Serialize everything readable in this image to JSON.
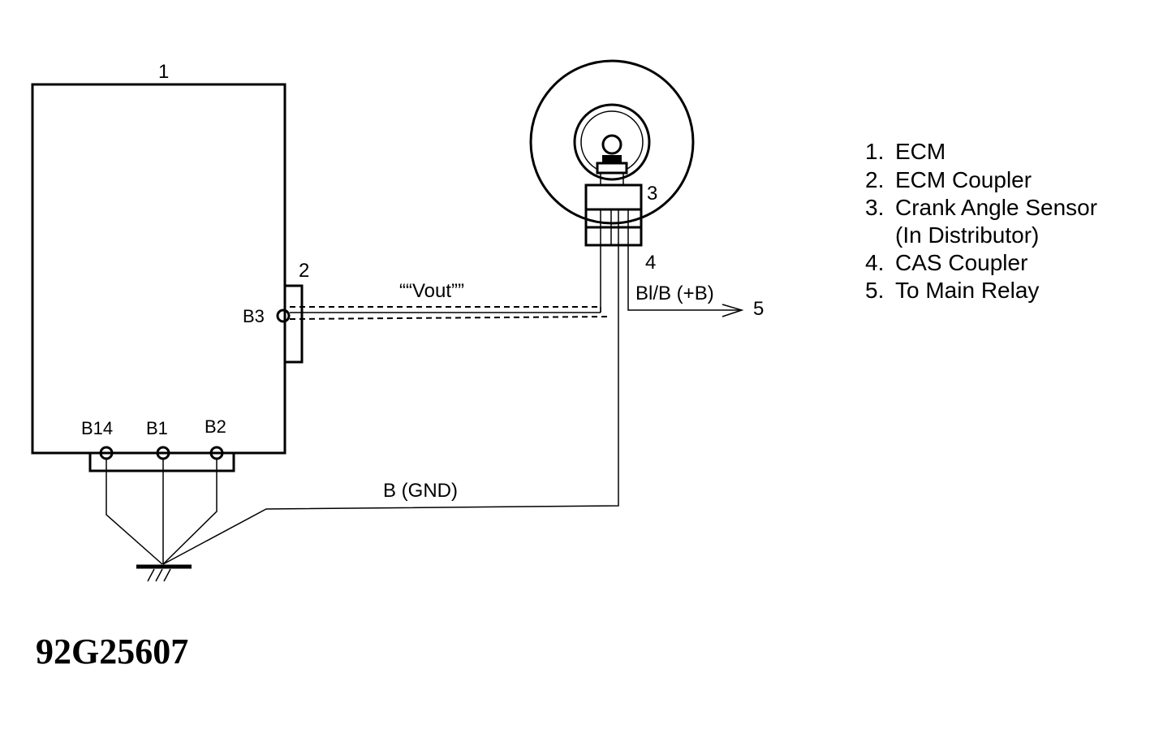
{
  "diagram": {
    "ecm_number": "1",
    "coupler_number": "2",
    "sensor_number": "3",
    "cas_coupler_number": "4",
    "relay_number": "5",
    "pins": {
      "b3": "B3",
      "b14": "B14",
      "b1": "B1",
      "b2": "B2"
    },
    "wires": {
      "vout": "““Vout””",
      "power": "Bl/B (+B)",
      "ground": "B (GND)"
    }
  },
  "legend": {
    "items": [
      {
        "num": "1.",
        "text": "ECM"
      },
      {
        "num": "2.",
        "text": "ECM Coupler"
      },
      {
        "num": "3.",
        "text": "Crank Angle Sensor"
      },
      {
        "num": "",
        "text": "(In Distributor)"
      },
      {
        "num": "4.",
        "text": "CAS Coupler"
      },
      {
        "num": "5.",
        "text": "To Main Relay"
      }
    ]
  },
  "figure_id": "92G25607"
}
